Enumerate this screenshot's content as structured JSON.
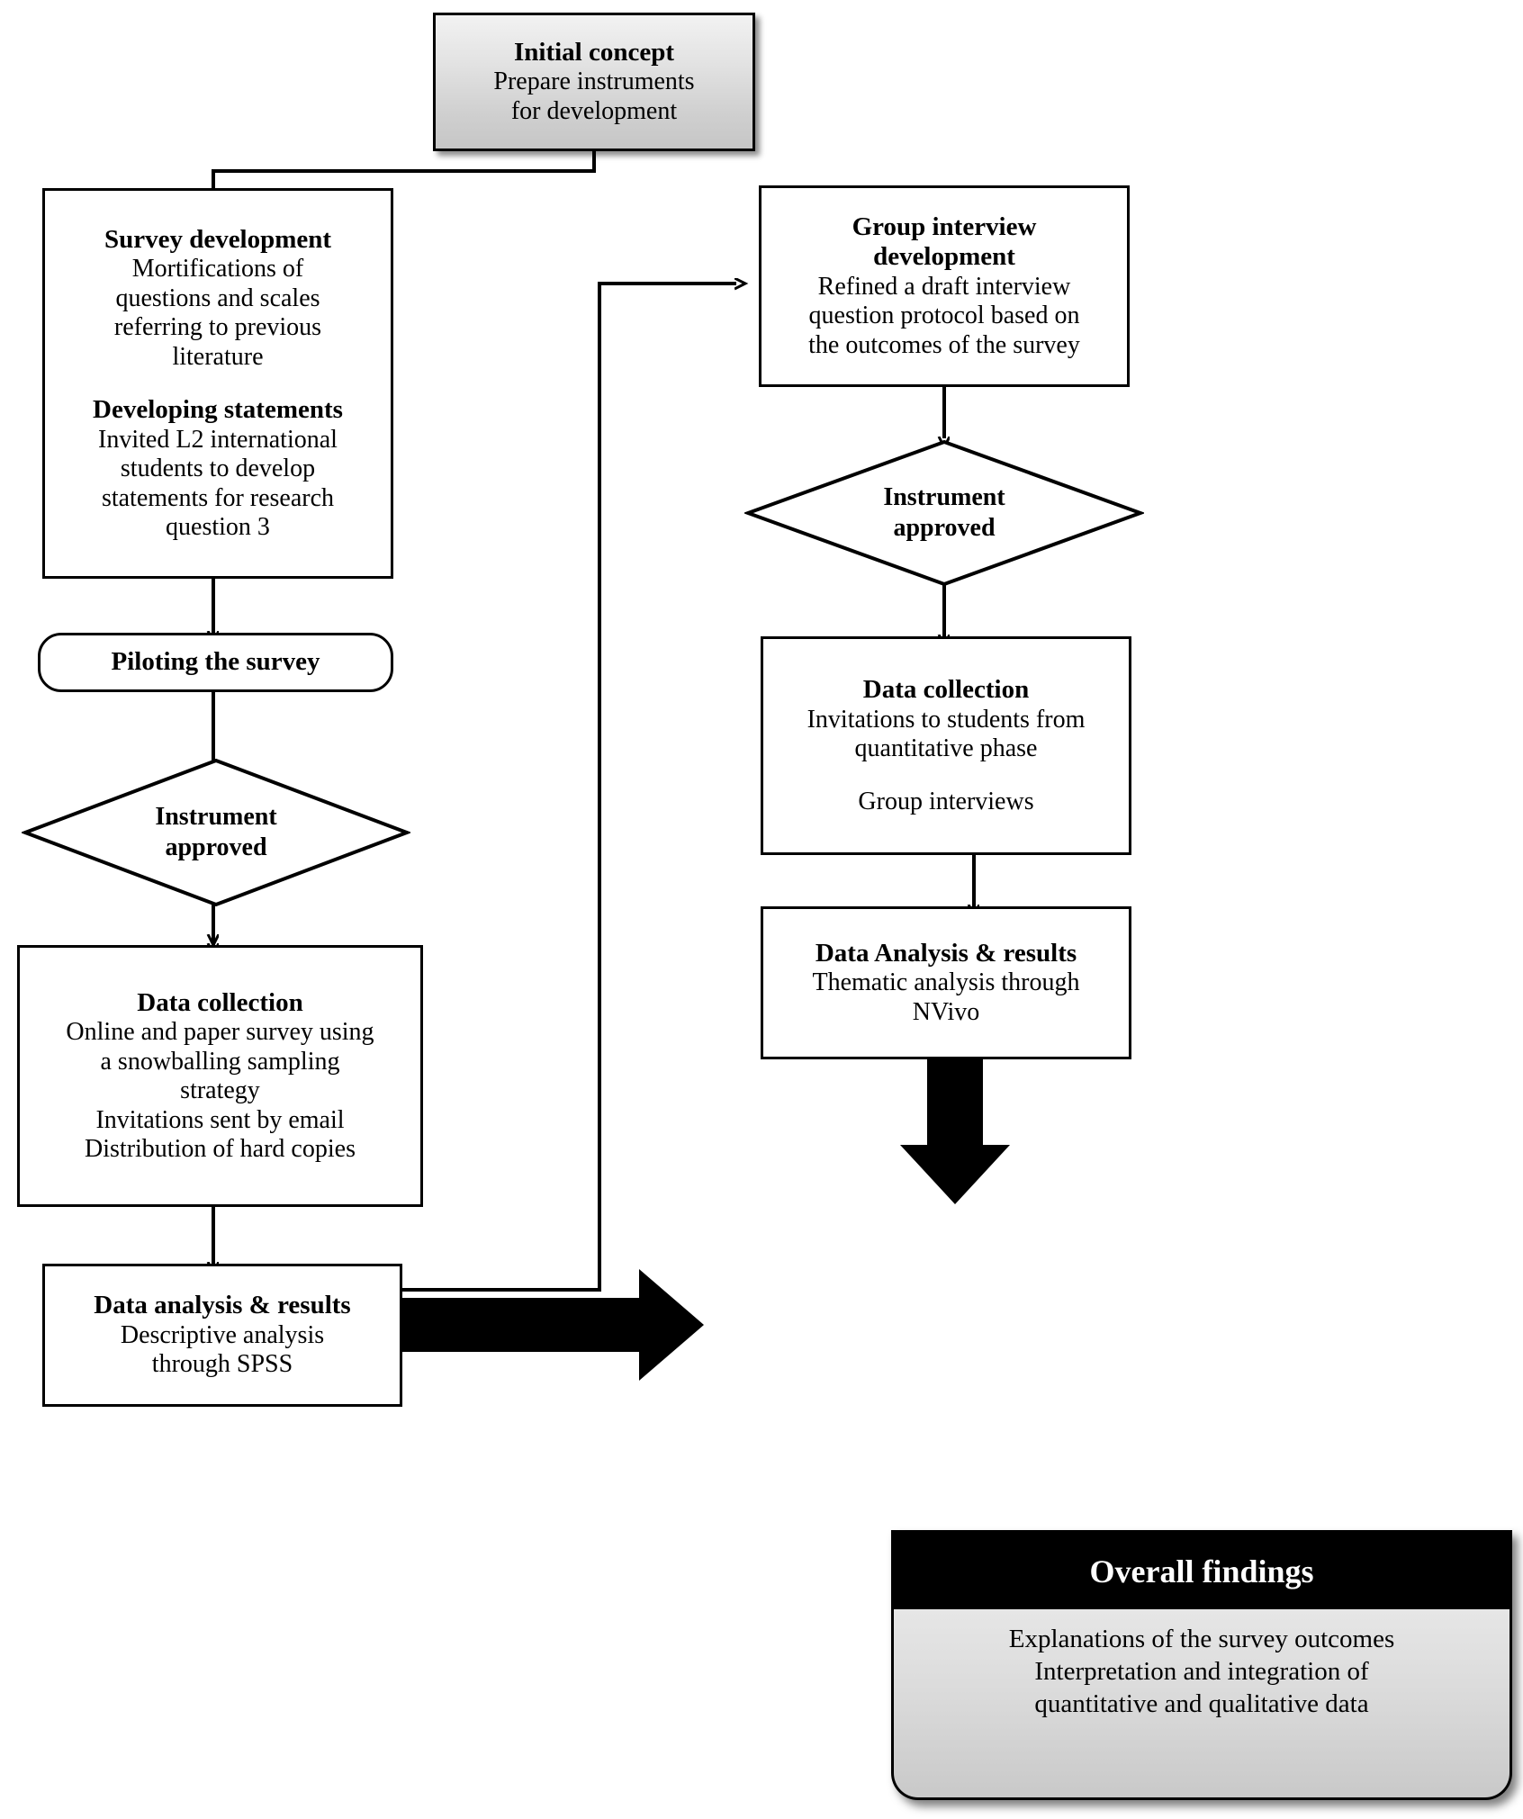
{
  "diagram": {
    "type": "flowchart",
    "title": "Mixed-methods research design flowchart",
    "colors": {
      "line": "#000000",
      "box_fill": "#ffffff",
      "gradient_top": "#f2f2f2",
      "gradient_bottom": "#c6c6c6",
      "findings_header_bg": "#000000",
      "findings_header_text": "#ffffff"
    }
  },
  "nodes": {
    "initial_concept": {
      "shape": "gradient-rect",
      "title": "Initial concept",
      "lines": [
        "Prepare instruments",
        "for development"
      ]
    },
    "survey_development": {
      "shape": "rect",
      "title": "Survey development",
      "lines": [
        "Mortifications of",
        "questions and scales",
        "referring to previous",
        "literature"
      ],
      "title2": "Developing statements",
      "lines2": [
        "Invited L2 international",
        "students to develop",
        "statements for research",
        "question 3"
      ]
    },
    "piloting_survey": {
      "shape": "rounded-rect",
      "title": "Piloting the survey"
    },
    "instrument_approved_left": {
      "shape": "diamond",
      "lines": [
        "Instrument",
        "approved"
      ]
    },
    "data_collection_left": {
      "shape": "rect",
      "title": "Data collection",
      "lines": [
        "Online and paper survey using",
        "a snowballing sampling",
        "strategy",
        "Invitations sent by email",
        "Distribution of hard copies"
      ]
    },
    "data_analysis_left": {
      "shape": "rect",
      "title": "Data analysis & results",
      "lines": [
        "Descriptive analysis",
        "through SPSS"
      ]
    },
    "group_interview_development": {
      "shape": "rect",
      "title_lines": [
        "Group interview",
        "development"
      ],
      "lines": [
        "Refined a draft interview",
        "question protocol based on",
        "the outcomes of the survey"
      ]
    },
    "instrument_approved_right": {
      "shape": "diamond",
      "lines": [
        "Instrument",
        "approved"
      ]
    },
    "data_collection_right": {
      "shape": "rect",
      "title": "Data collection",
      "lines": [
        "Invitations to students from",
        "quantitative phase"
      ],
      "lines2": [
        "Group interviews"
      ]
    },
    "data_analysis_right": {
      "shape": "rect",
      "title": "Data Analysis & results",
      "lines": [
        "Thematic analysis through",
        "NVivo"
      ]
    },
    "overall_findings": {
      "shape": "rounded-banner",
      "header": "Overall findings",
      "lines": [
        "Explanations of the survey outcomes",
        "Interpretation and integration of",
        "quantitative and qualitative data"
      ]
    }
  },
  "edges": [
    {
      "from": "initial_concept",
      "to": "survey_development",
      "style": "elbow"
    },
    {
      "from": "initial_concept",
      "to": "group_interview_development",
      "style": "elbow"
    },
    {
      "from": "survey_development",
      "to": "piloting_survey",
      "style": "arrow-down"
    },
    {
      "from": "piloting_survey",
      "to": "instrument_approved_left",
      "style": "arrow-down"
    },
    {
      "from": "instrument_approved_left",
      "to": "data_collection_left",
      "style": "arrow-down"
    },
    {
      "from": "data_collection_left",
      "to": "data_analysis_left",
      "style": "arrow-down"
    },
    {
      "from": "data_analysis_left",
      "to": "group_interview_development",
      "style": "elbow-right-up"
    },
    {
      "from": "data_analysis_left",
      "to": "overall_findings",
      "style": "thick-arrow-right"
    },
    {
      "from": "group_interview_development",
      "to": "instrument_approved_right",
      "style": "arrow-down"
    },
    {
      "from": "instrument_approved_right",
      "to": "data_collection_right",
      "style": "arrow-down"
    },
    {
      "from": "data_collection_right",
      "to": "data_analysis_right",
      "style": "arrow-down"
    },
    {
      "from": "data_analysis_right",
      "to": "overall_findings",
      "style": "thick-arrow-down"
    }
  ]
}
